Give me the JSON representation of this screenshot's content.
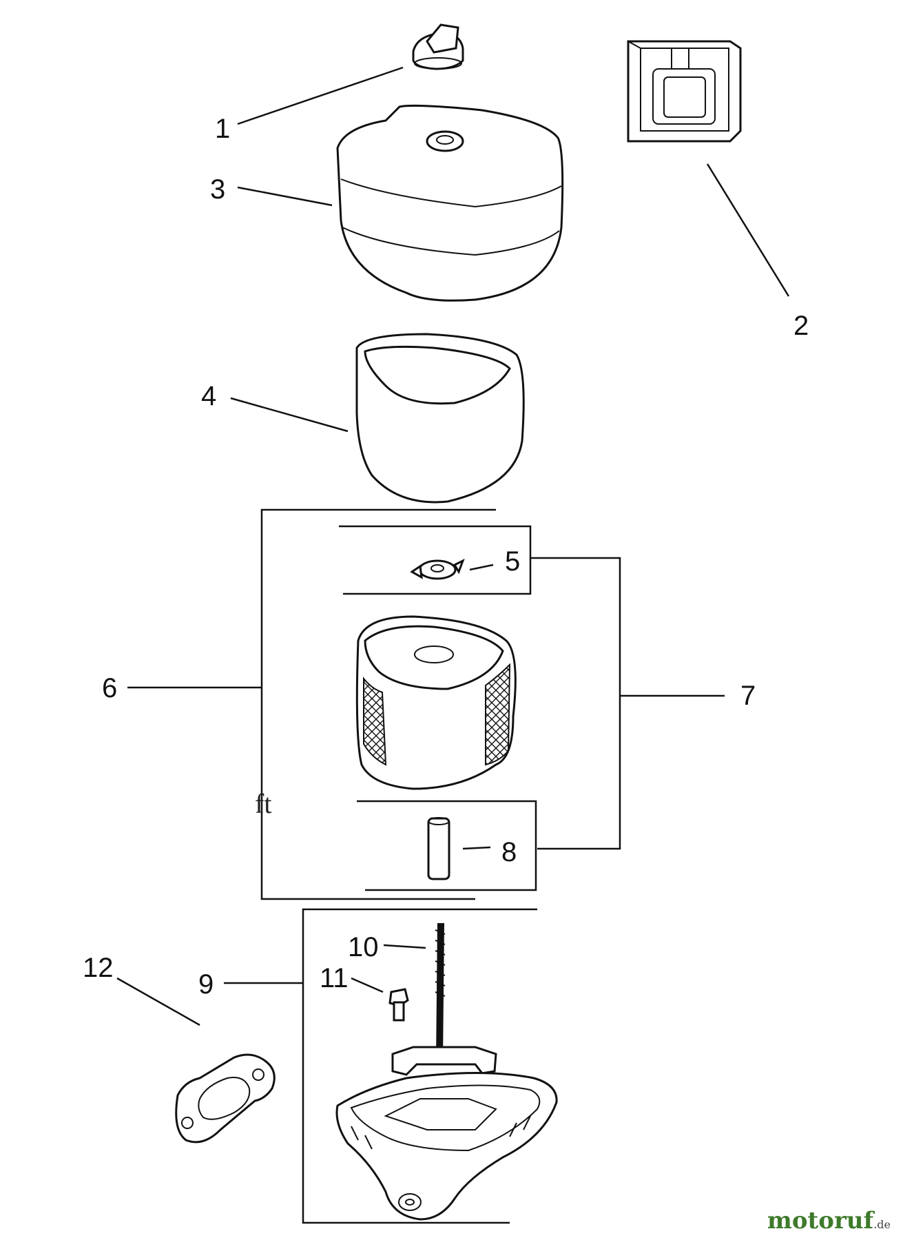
{
  "labels": {
    "l1": "1",
    "l2": "2",
    "l3": "3",
    "l4": "4",
    "l5": "5",
    "l6": "6",
    "l7": "7",
    "l8": "8",
    "l9": "9",
    "l10": "10",
    "l11": "11",
    "l12": "12"
  },
  "stray_text": "ft",
  "watermark": {
    "main": "motoruf",
    "tld": ".de"
  }
}
